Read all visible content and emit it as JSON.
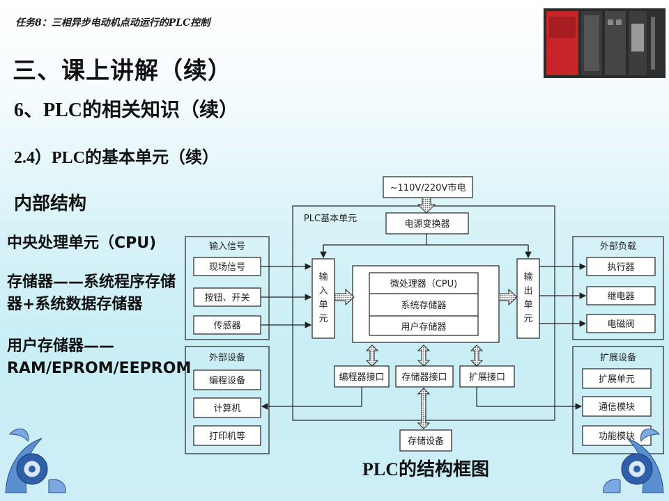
{
  "header": {
    "task_title": "任务8：三相异步电动机点动运行的PLC控制"
  },
  "slide": {
    "title": "三、课上讲解（续）",
    "subtitle1": "6、PLC的相关知识（续）",
    "subtitle2": "2.4）PLC的基本单元（续）",
    "section": "内部结构"
  },
  "left_notes": {
    "cpu": "中央处理单元（CPU)",
    "memory_line1": "存储器——系统程序存储",
    "memory_line2": "器+系统数据存储器",
    "user_mem_line1": "用户存储器——",
    "user_mem_line2": "RAM/EPROM/EEPROM"
  },
  "diagram": {
    "power": "~110V/220V市电",
    "plc_unit": "PLC基本单元",
    "power_converter": "电源变换器",
    "input_signals": {
      "title": "输入信号",
      "items": [
        "现场信号",
        "按钮、开关",
        "传感器"
      ]
    },
    "input_unit": [
      "输",
      "入",
      "单",
      "元"
    ],
    "cpu_block": [
      "微处理器（CPU)",
      "系统存储器",
      "用户存储器"
    ],
    "output_unit": [
      "输",
      "出",
      "单",
      "元"
    ],
    "external_loads": {
      "title": "外部负载",
      "items": [
        "执行器",
        "继电器",
        "电磁阀"
      ]
    },
    "external_devices": {
      "title": "外部设备",
      "items": [
        "编程设备",
        "计算机",
        "打印机等"
      ]
    },
    "interfaces": [
      "编程器接口",
      "存储器接口",
      "扩展接口"
    ],
    "expansion": {
      "title": "扩展设备",
      "items": [
        "扩展单元",
        "通信模块",
        "功能模块"
      ]
    },
    "storage": "存储设备"
  },
  "caption": "PLC的结构框图"
}
